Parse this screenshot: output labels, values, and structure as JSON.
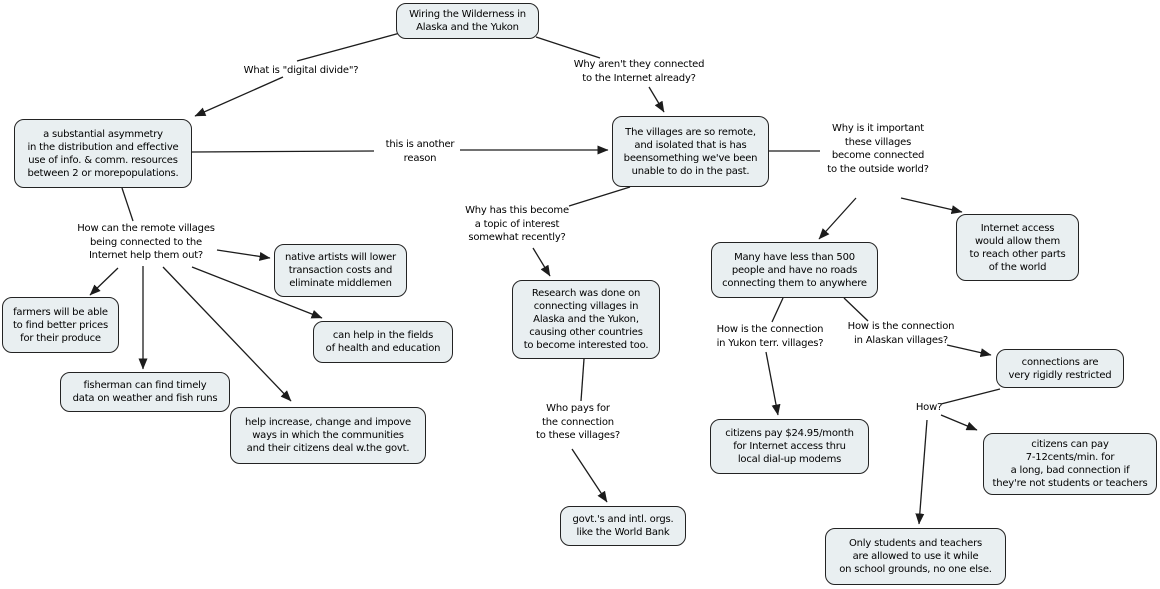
{
  "colors": {
    "background": "#ffffff",
    "node_fill": "#e9eff1",
    "node_border": "#232323",
    "connector": "#1c1c1c",
    "text": "#000000"
  },
  "nodes": {
    "root": {
      "text": "Wiring the Wilderness in\nAlaska and the Yukon"
    },
    "digital_divide_def": {
      "text": "a substantial asymmetry\nin the distribution and effective\nuse of info. & comm. resources\nbetween 2 or morepopulations."
    },
    "villages_remote": {
      "text": "The villages are so remote,\nand isolated that is has\nbeensomething we've been\nunable to do in the past."
    },
    "internet_access": {
      "text": "Internet access\nwould allow them\nto reach other parts\nof the world"
    },
    "many_500": {
      "text": "Many have less than 500\npeople and have no roads\nconnecting them to anywhere"
    },
    "native_artists": {
      "text": "native artists will lower\ntransaction costs and\neliminate middlemen"
    },
    "farmers": {
      "text": "farmers will be able\nto find better prices\nfor their produce"
    },
    "health_education": {
      "text": "can help in the fields\nof health and education"
    },
    "fisherman": {
      "text": "fisherman can find timely\ndata on weather and fish runs"
    },
    "help_increase": {
      "text": "help increase, change and impove\nways in which the communities\nand their citizens deal w.the govt."
    },
    "research": {
      "text": "Research was done on\nconnecting villages in\nAlaska and the Yukon,\ncausing other countries\nto become interested too."
    },
    "govt_orgs": {
      "text": "govt.'s and intl. orgs.\nlike the World Bank"
    },
    "citizens_2495": {
      "text": "citizens pay $24.95/month\nfor Internet access thru\nlocal dial-up modems"
    },
    "restricted": {
      "text": "connections are\nvery rigidly restricted"
    },
    "citizens_712": {
      "text": "citizens can pay\n7-12cents/min. for\na long, bad connection if\nthey're not students or teachers"
    },
    "students_only": {
      "text": "Only students and teachers\nare allowed to use it while\non school grounds, no one else."
    }
  },
  "labels": {
    "what_is_digital_divide": {
      "text": "What is \"digital divide\"?"
    },
    "why_not_connected": {
      "text": "Why aren't they connected\nto the Internet already?"
    },
    "another_reason": {
      "text": "this is another\nreason"
    },
    "why_important": {
      "text": "Why is it important\nthese villages\nbecome connected\nto the outside world?"
    },
    "how_help": {
      "text": "How can the remote villages\nbeing connected to the\nInternet help them out?"
    },
    "why_topic": {
      "text": "Why has this become\na topic of interest\nsomewhat recently?"
    },
    "who_pays": {
      "text": "Who pays for\nthe connection\nto these villages?"
    },
    "yukon_connection": {
      "text": "How is the connection\nin Yukon terr. villages?"
    },
    "alaskan_connection": {
      "text": "How is the connection\nin Alaskan villages?"
    },
    "how": {
      "text": "How?"
    }
  },
  "edges": [
    {
      "from": "root",
      "via": "what_is_digital_divide",
      "to": "digital_divide_def"
    },
    {
      "from": "root",
      "via": "why_not_connected",
      "to": "villages_remote"
    },
    {
      "from": "digital_divide_def",
      "via": "another_reason",
      "to": "villages_remote"
    },
    {
      "from": "digital_divide_def",
      "via": "how_help",
      "to": "farmers"
    },
    {
      "from": "digital_divide_def",
      "via": "how_help",
      "to": "fisherman"
    },
    {
      "from": "digital_divide_def",
      "via": "how_help",
      "to": "native_artists"
    },
    {
      "from": "digital_divide_def",
      "via": "how_help",
      "to": "health_education"
    },
    {
      "from": "digital_divide_def",
      "via": "how_help",
      "to": "help_increase"
    },
    {
      "from": "villages_remote",
      "via": "why_topic",
      "to": "research"
    },
    {
      "from": "research",
      "via": "who_pays",
      "to": "govt_orgs"
    },
    {
      "from": "villages_remote",
      "via": "why_important",
      "to": "many_500"
    },
    {
      "from": "villages_remote",
      "via": "why_important",
      "to": "internet_access"
    },
    {
      "from": "many_500",
      "via": "yukon_connection",
      "to": "citizens_2495"
    },
    {
      "from": "many_500",
      "via": "alaskan_connection",
      "to": "restricted"
    },
    {
      "from": "restricted",
      "via": "how",
      "to": "citizens_712"
    },
    {
      "from": "restricted",
      "via": "how",
      "to": "students_only"
    }
  ]
}
